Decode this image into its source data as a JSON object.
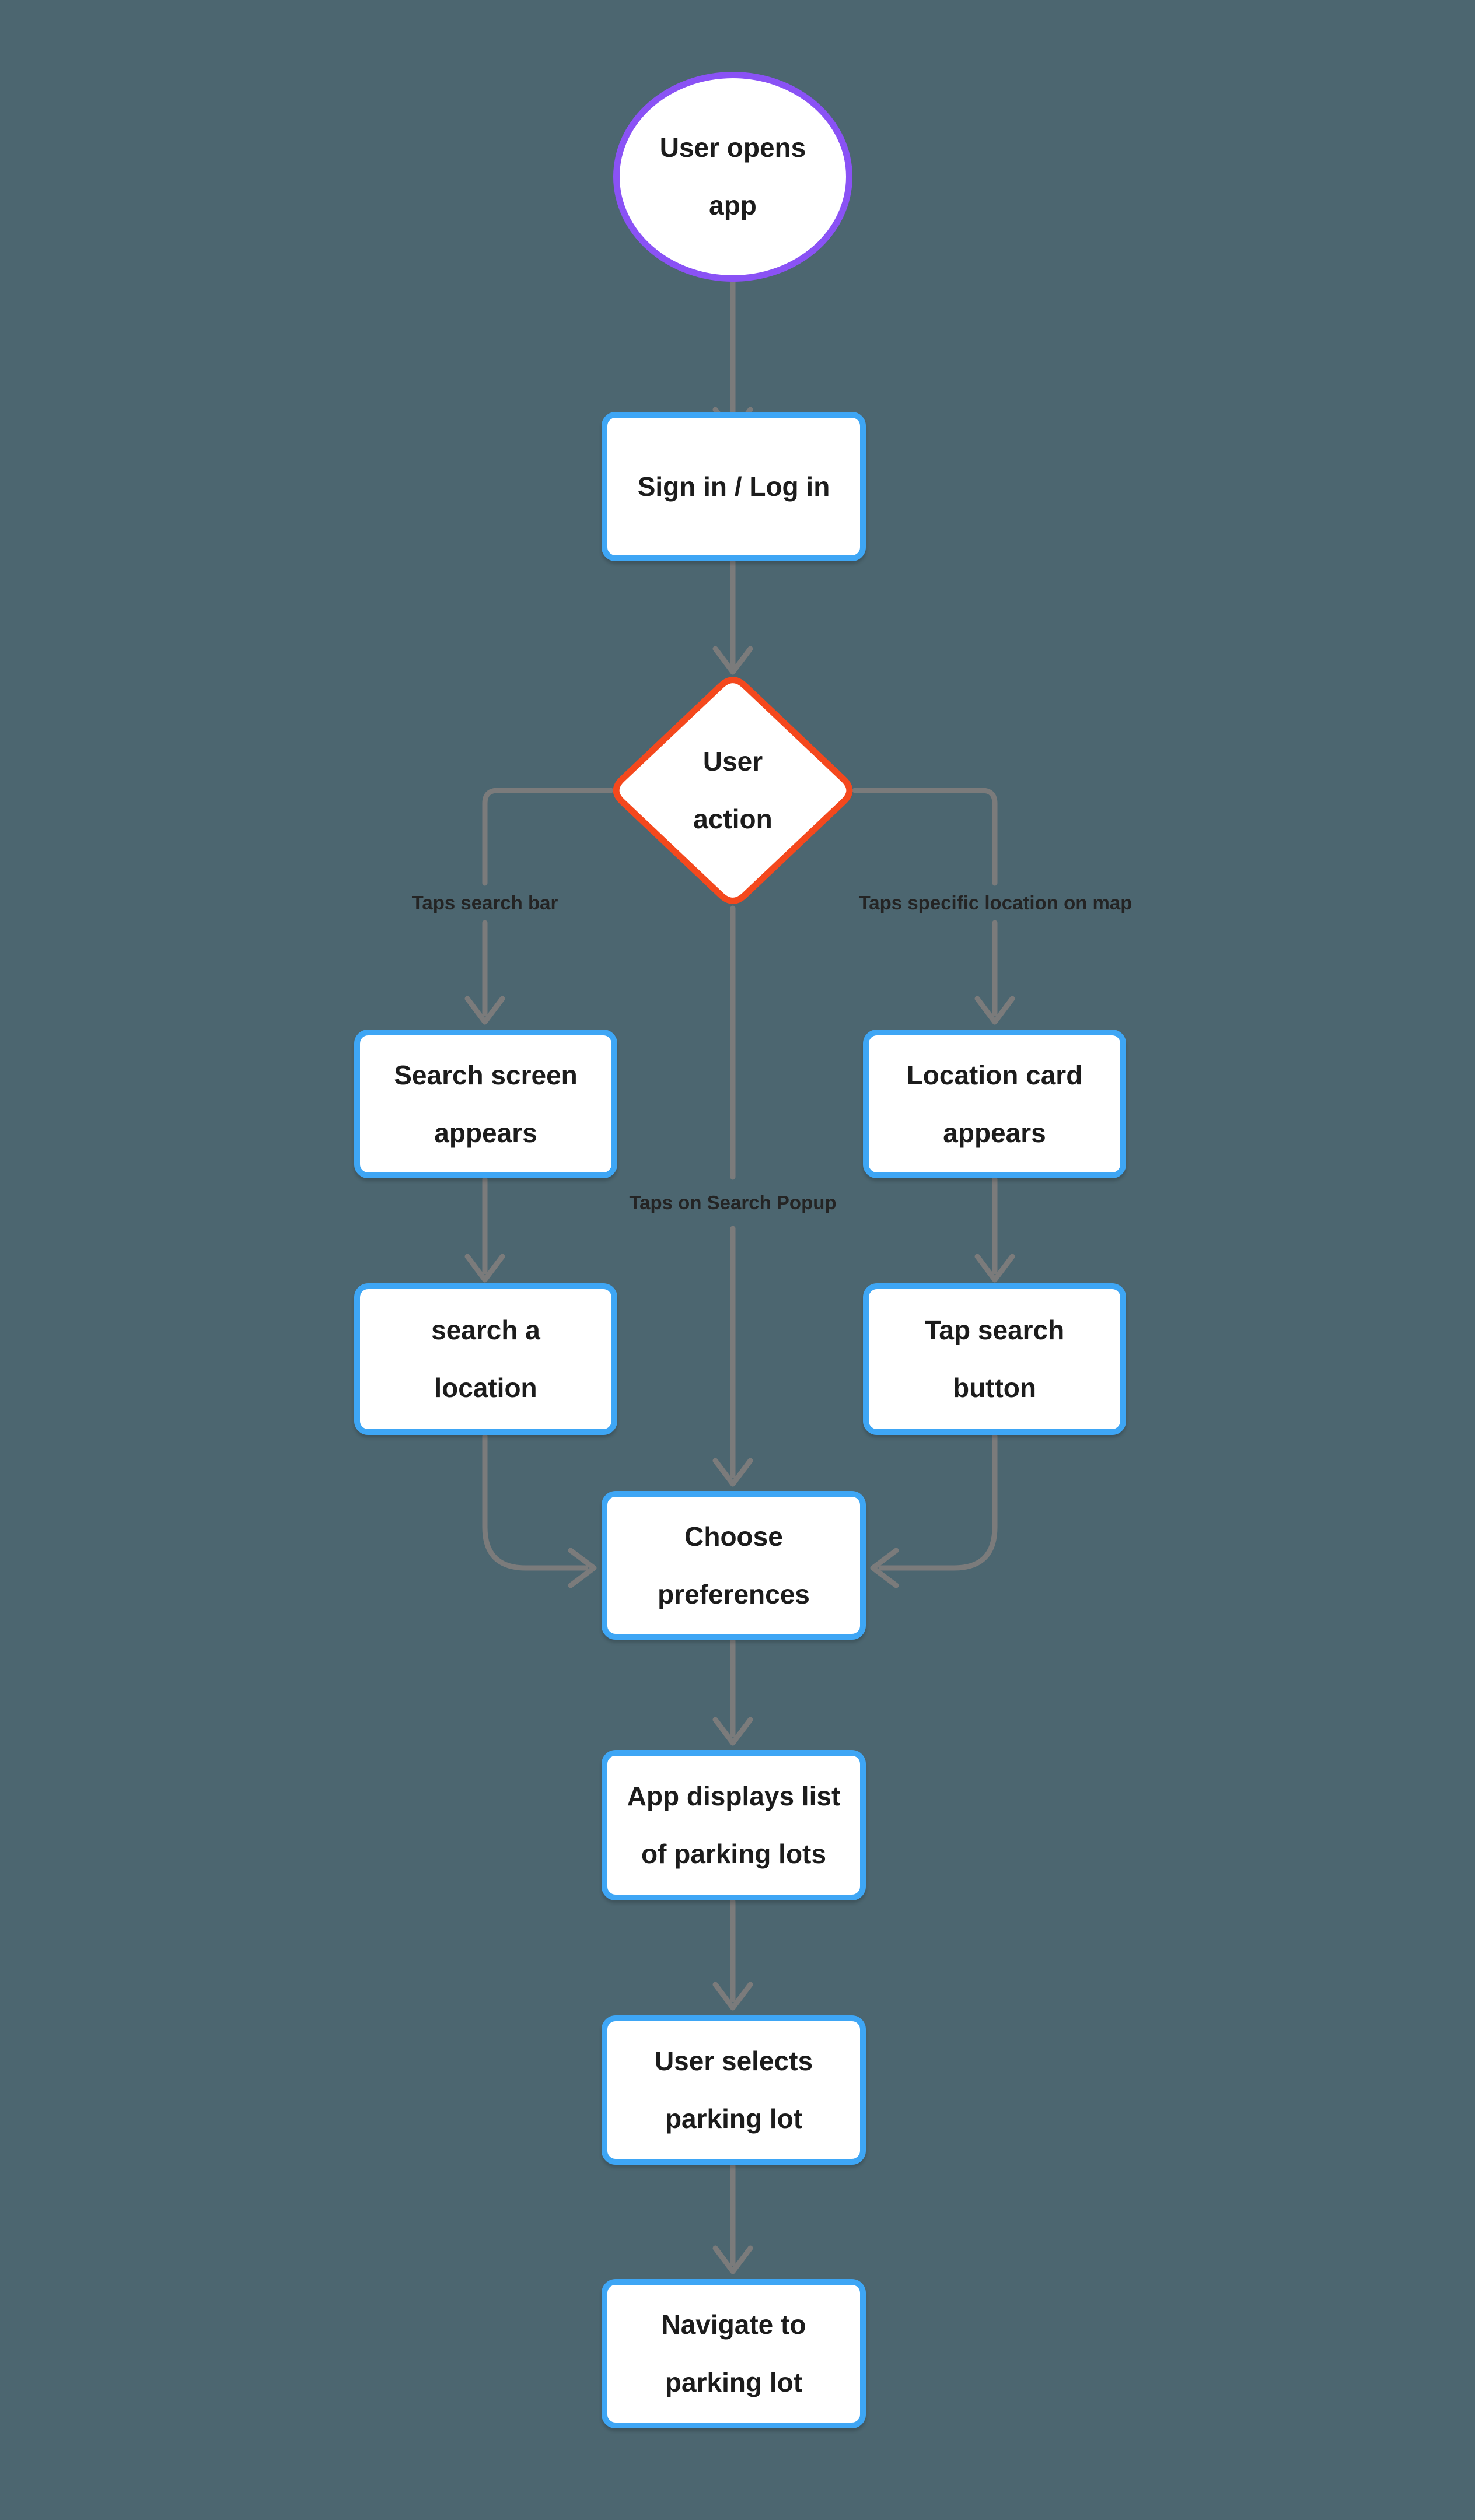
{
  "diagram": {
    "colors": {
      "background": "#4C6670",
      "shape_fill": "#FFFFFF",
      "process_border": "#3EA6F5",
      "start_border": "#8A52F5",
      "decision_border": "#F4481D",
      "connector": "#7B7B7B",
      "text": "#1C1C1C",
      "label_text": "#242424"
    },
    "nodes": {
      "start": {
        "type": "start-ellipse",
        "label": "User opens\napp"
      },
      "signin": {
        "type": "process",
        "label": "Sign in / Log in"
      },
      "decision": {
        "type": "decision-diamond",
        "label": "User\naction"
      },
      "search_screen": {
        "type": "process",
        "label": "Search screen\nappears"
      },
      "location_card": {
        "type": "process",
        "label": "Location card\nappears"
      },
      "search_location": {
        "type": "process",
        "label": "search a\nlocation"
      },
      "tap_search": {
        "type": "process",
        "label": "Tap search\nbutton"
      },
      "choose_prefs": {
        "type": "process",
        "label": "Choose\npreferences"
      },
      "app_displays": {
        "type": "process",
        "label": "App displays list\nof parking lots"
      },
      "user_selects": {
        "type": "process",
        "label": "User selects\nparking lot"
      },
      "navigate": {
        "type": "process",
        "label": "Navigate to\nparking lot"
      }
    },
    "edge_labels": {
      "left": "Taps search bar",
      "middle": "Taps on Search Popup",
      "right": "Taps specific location on map"
    },
    "edges": [
      {
        "from": "start",
        "to": "signin"
      },
      {
        "from": "signin",
        "to": "decision"
      },
      {
        "from": "decision",
        "to": "search_screen",
        "label": "Taps search bar"
      },
      {
        "from": "decision",
        "to": "location_card",
        "label": "Taps specific location on map"
      },
      {
        "from": "decision",
        "to": "choose_prefs",
        "label": "Taps on Search Popup"
      },
      {
        "from": "search_screen",
        "to": "search_location"
      },
      {
        "from": "location_card",
        "to": "tap_search"
      },
      {
        "from": "search_location",
        "to": "choose_prefs"
      },
      {
        "from": "tap_search",
        "to": "choose_prefs"
      },
      {
        "from": "choose_prefs",
        "to": "app_displays"
      },
      {
        "from": "app_displays",
        "to": "user_selects"
      },
      {
        "from": "user_selects",
        "to": "navigate"
      }
    ]
  }
}
